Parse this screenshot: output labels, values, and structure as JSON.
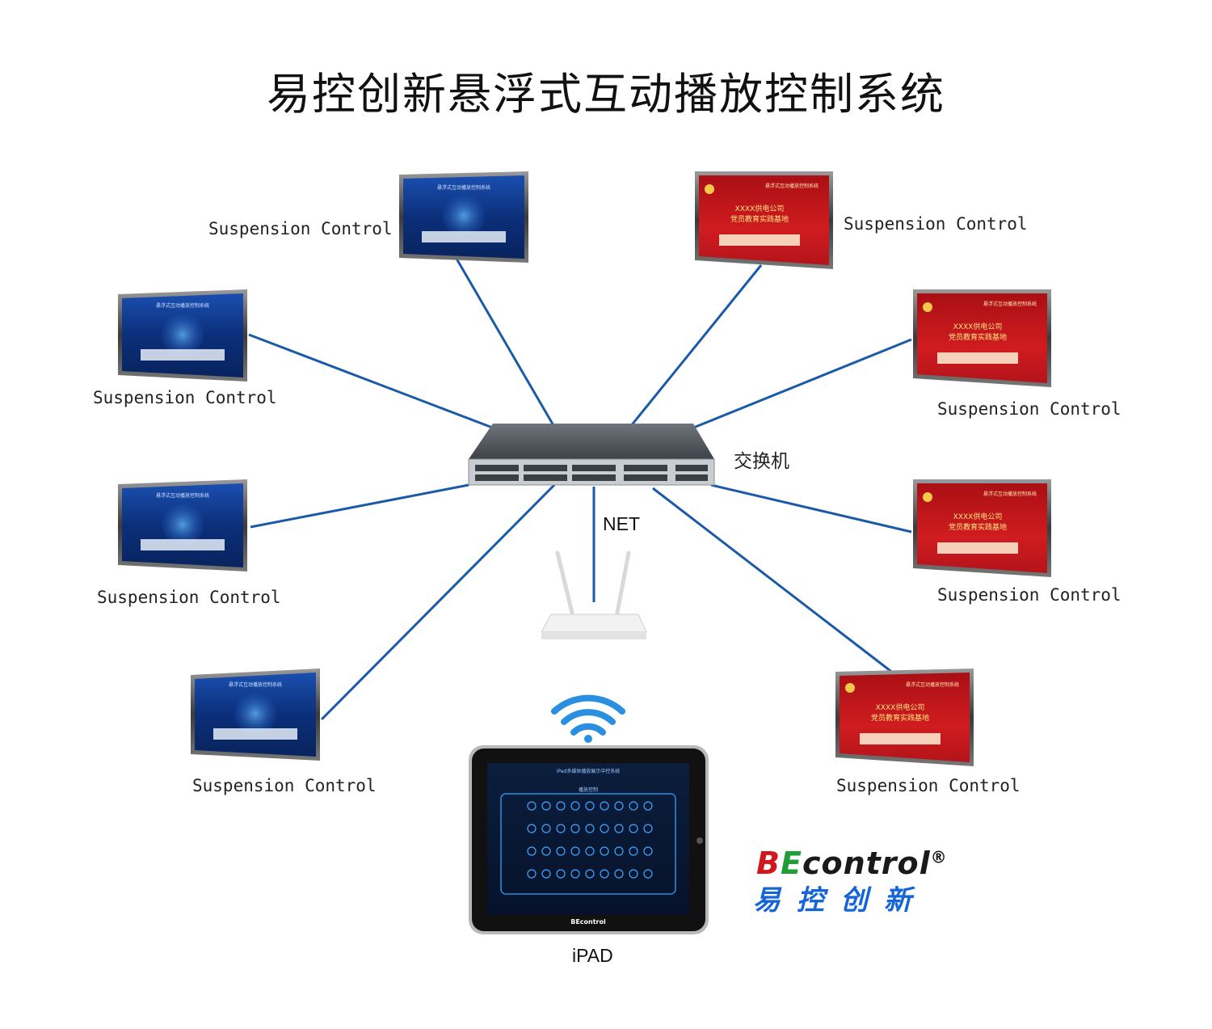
{
  "title": "易控创新悬浮式互动播放控制系统",
  "node_label": "Suspension Control",
  "switch_label": "交换机",
  "net_label": "NET",
  "ipad_label": "iPAD",
  "brand": {
    "part1": "B",
    "part2": "E",
    "part3": "control",
    "mark": "®",
    "cn": "易控创新"
  },
  "screen_red": {
    "header": "悬浮式互动播放控制系统",
    "line1": "XXXX供电公司",
    "line2": "党员教育实践基地"
  },
  "screen_blue": {
    "header": "悬浮式互动播放控制系统"
  },
  "ipad_screen": {
    "header": "iPad多媒体播放展示中控系统",
    "section": "播放控制",
    "footer": "BEcontrol"
  },
  "colors": {
    "link": "#1b5aa8",
    "red_screen": "#c8161c",
    "blue_screen": "#0c2f7a",
    "brand_blue": "#1565d8"
  }
}
